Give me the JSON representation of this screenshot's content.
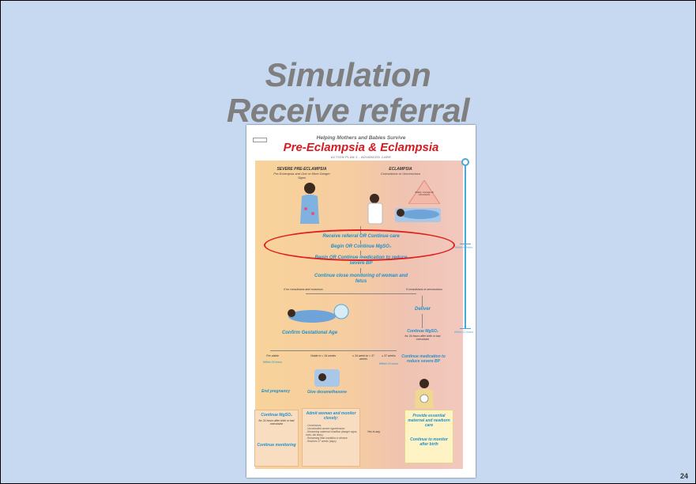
{
  "slide": {
    "title_line1": "Simulation",
    "title_line2": "Receive referral",
    "page_number": "24"
  },
  "poster": {
    "brand": "Helping Mothers and Babies Survive",
    "title": "Pre-Eclampsia & Eclampsia",
    "subtitle": "ACTION PLAN 2 - ADVANCED CARE",
    "severe_header": "SEVERE PRE-ECLAMPSIA",
    "severe_sub": "Pre-Eclampsia and One or More Danger Signs",
    "eclampsia_header": "ECLAMPSIA",
    "eclampsia_sub": "Convulsions or Unconscious",
    "safety_note": "Safety; manage all convulsions",
    "steps": {
      "receive": "Receive referral OR Continue care",
      "begin_mgso4": "Begin OR Continue MgSO₄",
      "medication": "Begin OR Continue medication to reduce severe BP",
      "monitoring": "Continue close monitoring of woman and fetus",
      "no_convulsions": "If no convulsions and conscious",
      "if_convulsions": "If convulsions or unconscious",
      "confirm_age": "Confirm Gestational Age",
      "deliver": "Deliver",
      "continue_mgso4_right": "Continue MgSO₄",
      "mgso4_note_right": "for 24 hours after birth or last convulsion",
      "medication_right": "Continue medication to reduce severe BP",
      "provide_care": "Provide essential maternal and newborn care",
      "monitor_after": "Continue to monitor after birth"
    },
    "timeline": {
      "label1": "Within 6 hours",
      "label2": "Within 12 hours"
    },
    "branches": {
      "pre_viable": "Pre-viable",
      "within24_a": "Within 24 hours",
      "viable": "Viable to < 34 weeks",
      "w34_37": "≥ 34 week to < 37 weeks",
      "w37": "≥ 37 weeks",
      "within24_b": "Within 24 hours",
      "end_pregnancy": "End pregnancy",
      "give_dex": "Give dexamethasone",
      "continue_mgso4_left": "Continue MgSO₄",
      "mgso4_note_left": "for 24 hours after birth or last convulsion",
      "continue_monitoring": "Continue monitoring",
      "admit": "Admit woman and monitor closely:",
      "admit_items": [
        "- Convulsions",
        "- Uncontrolled severe hypertension",
        "- Worsening maternal condition (danger signs, even, lab tests)",
        "- Worsening fetal condition or demise",
        "- Reaches 37 weeks (days)"
      ],
      "yes_to_any": "Yes to any"
    }
  },
  "colors": {
    "slide_bg": "#c6d9f1",
    "title_gray": "#7f7f7f",
    "poster_red": "#d71920",
    "step_blue": "#1f8fca",
    "highlight_red": "#e02020"
  }
}
